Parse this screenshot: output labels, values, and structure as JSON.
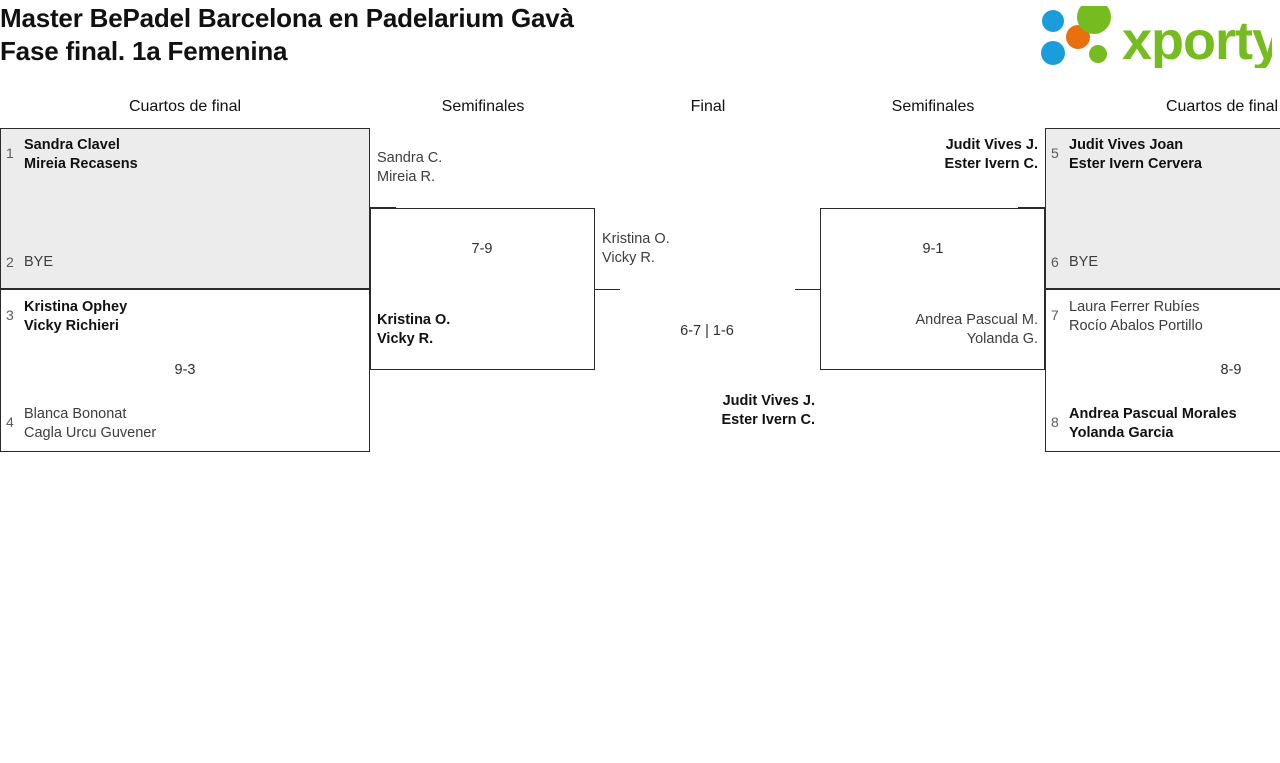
{
  "header": {
    "title_line1": "Master BePadel Barcelona en Padelarium Gavà",
    "title_line2": "Fase final. 1a Femenina",
    "brand_name": "xporty",
    "brand_colors": {
      "green": "#76bc21",
      "blue": "#1b9dd9",
      "orange": "#e8700f"
    }
  },
  "rounds": [
    {
      "id": "qf-left",
      "label": "Cuartos de final"
    },
    {
      "id": "sf-left",
      "label": "Semifinales"
    },
    {
      "id": "final",
      "label": "Final"
    },
    {
      "id": "sf-right",
      "label": "Semifinales"
    },
    {
      "id": "qf-right",
      "label": "Cuartos de final"
    }
  ],
  "bracket": {
    "qf_left": [
      {
        "match_id": "qf1",
        "score": "",
        "teams": [
          {
            "seed": "1",
            "players": [
              "Sandra Clavel",
              "Mireia Recasens"
            ],
            "status": "winner"
          },
          {
            "seed": "2",
            "players": [
              "BYE"
            ],
            "status": "bye"
          }
        ]
      },
      {
        "match_id": "qf2",
        "score": "9-3",
        "teams": [
          {
            "seed": "3",
            "players": [
              "Kristina Ophey",
              "Vicky Richieri"
            ],
            "status": "winner"
          },
          {
            "seed": "4",
            "players": [
              "Blanca Bononat",
              "Cagla Urcu Guvener"
            ],
            "status": "loser"
          }
        ]
      }
    ],
    "sf_left": [
      {
        "match_id": "sf1",
        "score": "7-9",
        "teams": [
          {
            "players": [
              "Sandra C.",
              "Mireia R."
            ],
            "status": "loser"
          },
          {
            "players": [
              "Kristina O.",
              "Vicky R."
            ],
            "status": "winner"
          }
        ]
      }
    ],
    "final": [
      {
        "match_id": "f1",
        "score": "6-7 | 1-6",
        "teams": [
          {
            "players": [
              "Kristina O.",
              "Vicky R."
            ],
            "status": "loser"
          },
          {
            "players": [
              "Judit Vives J.",
              "Ester Ivern C."
            ],
            "status": "winner"
          }
        ]
      }
    ],
    "sf_right": [
      {
        "match_id": "sf2",
        "score": "9-1",
        "teams": [
          {
            "players": [
              "Judit Vives J.",
              "Ester Ivern C."
            ],
            "status": "winner"
          },
          {
            "players": [
              "Andrea Pascual M.",
              "Yolanda G."
            ],
            "status": "loser"
          }
        ]
      }
    ],
    "qf_right": [
      {
        "match_id": "qf3",
        "score": "",
        "teams": [
          {
            "seed": "5",
            "players": [
              "Judit Vives Joan",
              "Ester Ivern Cervera"
            ],
            "status": "winner"
          },
          {
            "seed": "6",
            "players": [
              "BYE"
            ],
            "status": "bye"
          }
        ]
      },
      {
        "match_id": "qf4",
        "score": "8-9",
        "teams": [
          {
            "seed": "7",
            "players": [
              "Laura Ferrer Rubíes",
              "Rocío Abalos Portillo"
            ],
            "status": "loser"
          },
          {
            "seed": "8",
            "players": [
              "Andrea Pascual Morales",
              "Yolanda Garcia"
            ],
            "status": "winner"
          }
        ]
      }
    ]
  }
}
